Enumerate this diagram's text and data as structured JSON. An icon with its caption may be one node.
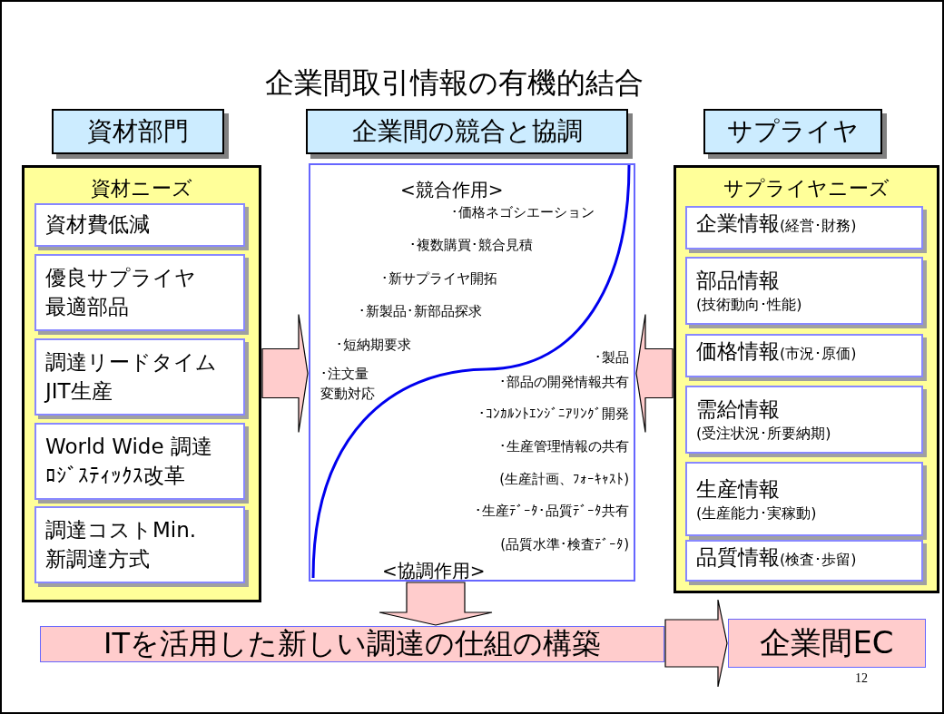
{
  "diagram": {
    "title": "企業間取引情報の有機的結合",
    "nodes": [
      {
        "text": [
          "資材部門"
        ]
      },
      {
        "text": [
          "資材ニーズ"
        ]
      },
      {
        "text": [
          "資材費低減"
        ],
        "in": 1
      },
      {
        "text": [
          "優良サプライヤ最適部品"
        ],
        "in": 1
      },
      {
        "text": [
          "調達リードタイムJIT生産"
        ],
        "in": 1
      },
      {
        "text": [
          "World Wide 調達ﾛｼﾞｽﾃｨｯｸｽ改革"
        ],
        "in": 1
      },
      {
        "text": [
          "調達コストMin.新調達方式"
        ],
        "in": 1
      },
      {
        "text": [
          "企業間の競合と協調"
        ]
      },
      {
        "text": [
          "<競合作用>",
          "･価格ネゴシエーション",
          "･複数購買･競合見積",
          "･新サプライヤ開拓",
          "･新製品･新部品探求",
          "･短納期要求",
          "･注文量変動対応",
          "･製品",
          "･部品の開発情報共有",
          "･ｺﾝｶﾙﾝﾄｴﾝｼﾞﾆｱﾘﾝｸﾞ開発",
          "･生産管理情報の共有",
          "(生産計画、ﾌｫｰｷｬｽﾄ)",
          "･生産ﾃﾞｰﾀ･品質ﾃﾞｰﾀ共有",
          "(品質水準･検査ﾃﾞｰﾀ)",
          "<協調作用>"
        ]
      },
      {
        "text": [
          "サプライヤ"
        ]
      },
      {
        "text": [
          "サプライヤニーズ"
        ]
      },
      {
        "text": [
          "企業情報",
          "(経営･財務)"
        ],
        "in": 10
      },
      {
        "text": [
          "部品情報",
          "(技術動向･性能)"
        ],
        "in": 10
      },
      {
        "text": [
          "価格情報",
          "(市況･原価)"
        ],
        "in": 10
      },
      {
        "text": [
          "需給情報",
          "(受注状況･所要納期)"
        ],
        "in": 10
      },
      {
        "text": [
          "生産情報",
          "(生産能力･実稼動)"
        ],
        "in": 10
      },
      {
        "text": [
          "品質情報",
          "(検査･歩留)"
        ],
        "in": 10
      },
      {
        "text": [
          "ITを活用した新しい調達の仕組の構築"
        ]
      },
      {
        "text": [
          "企業間EC"
        ]
      }
    ],
    "edges": [
      {
        "from": 1,
        "to": 8,
        "arrow": "to"
      },
      {
        "from": 10,
        "to": 8,
        "arrow": "to"
      },
      {
        "from": 8,
        "to": 17,
        "arrow": "to"
      },
      {
        "from": 17,
        "to": 18,
        "arrow": "to"
      }
    ],
    "labels": [
      "12"
    ]
  }
}
